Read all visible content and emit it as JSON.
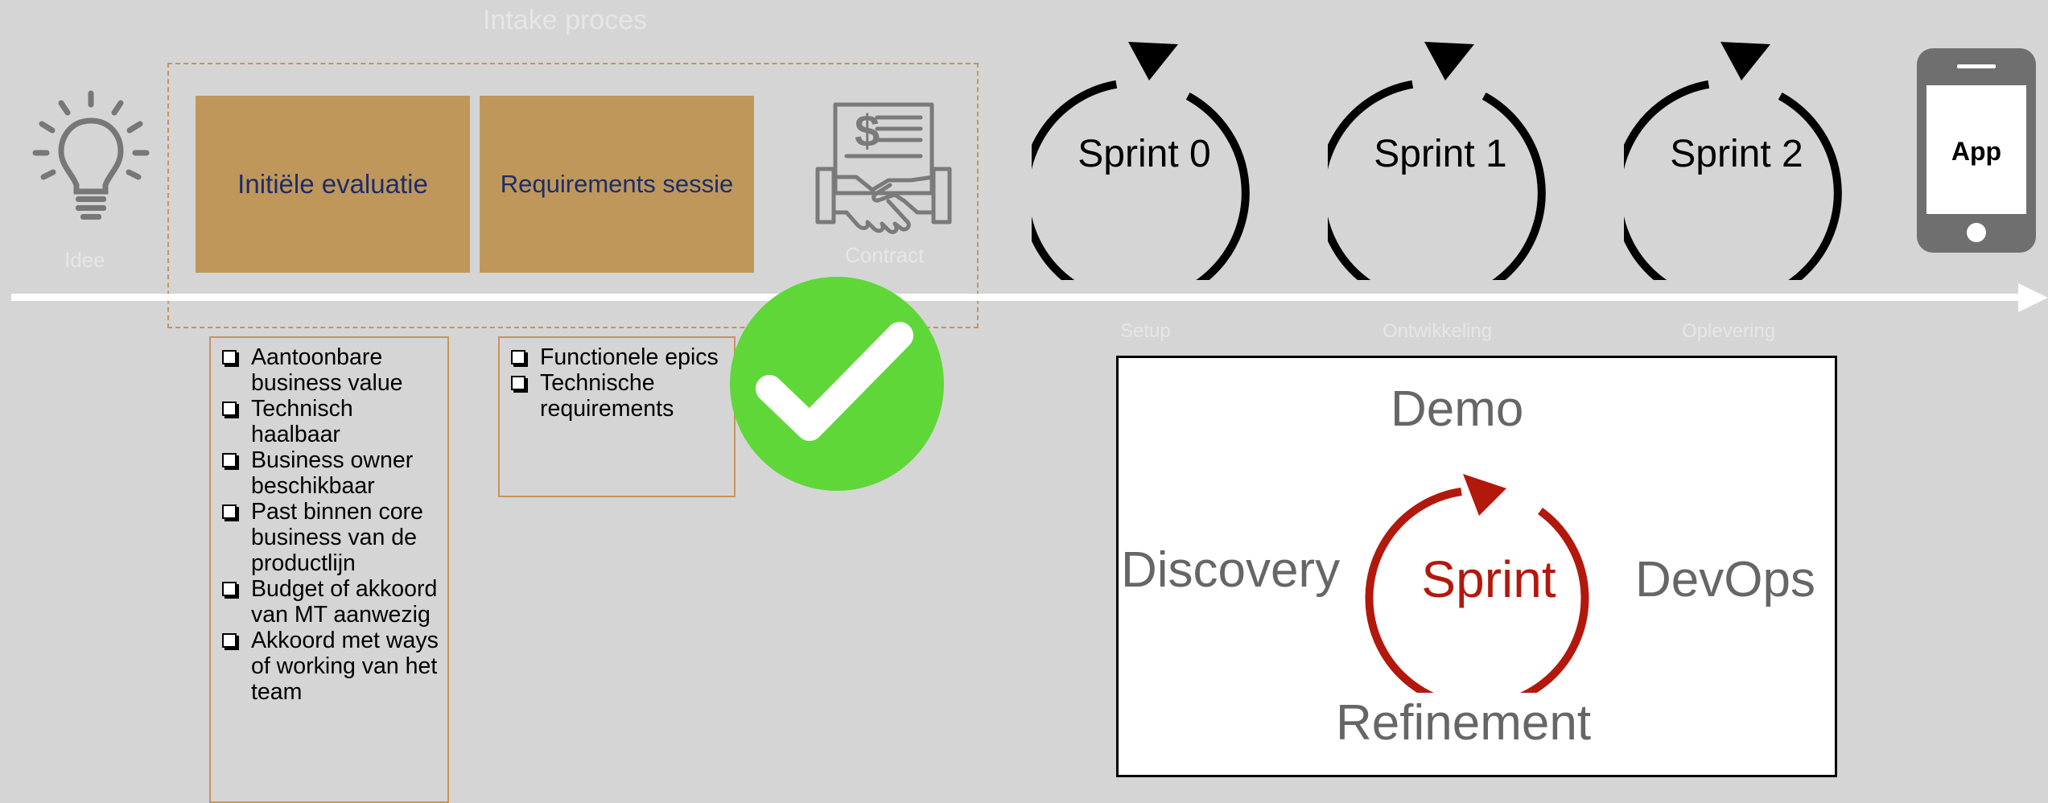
{
  "header": {
    "title": "Intake proces"
  },
  "idea": {
    "icon": "lightbulb-icon",
    "label": "Idee"
  },
  "stages": [
    {
      "label": "Initiële evaluatie"
    },
    {
      "label": "Requirements sessie"
    }
  ],
  "contract": {
    "icon": "contract-handshake-icon",
    "label": "Contract"
  },
  "checklist_evaluatie": [
    "Aantoonbare business value",
    "Technisch haalbaar",
    "Business owner beschikbaar",
    "Past binnen core business van de productlijn",
    "Budget of akkoord van MT aanwezig",
    "Akkoord met ways of working van het team"
  ],
  "checklist_requirements": [
    "Functionele epics",
    "Technische requirements"
  ],
  "approval": {
    "icon": "checkmark-icon",
    "color": "#5fd739"
  },
  "sprints": [
    {
      "label": "Sprint 0",
      "caption": "Setup"
    },
    {
      "label": "Sprint 1",
      "caption": "Ontwikkeling"
    },
    {
      "label": "Sprint 2",
      "caption": "Oplevering"
    }
  ],
  "app": {
    "icon": "smartphone-icon",
    "label": "App"
  },
  "sprint_cycle": {
    "center": "Sprint",
    "top": "Demo",
    "left": "Discovery",
    "right": "DevOps",
    "bottom": "Refinement",
    "center_color": "#b3180d"
  },
  "colors": {
    "background": "#d5d5d5",
    "stage_fill": "#bf975a",
    "stage_text": "#1c2d6b",
    "timeline": "#ffffff",
    "dashed_border": "#c9945a"
  }
}
